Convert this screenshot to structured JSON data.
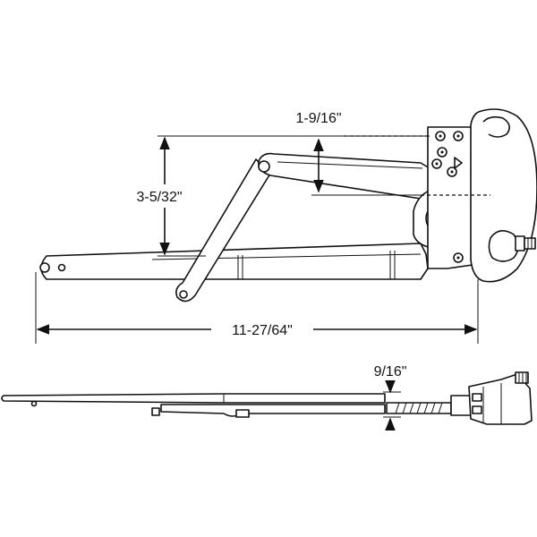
{
  "dimensions": {
    "offset_height": "1-9/16\"",
    "arm_height": "3-5/32\"",
    "overall_length": "11-27/64\"",
    "side_thickness": "9/16\""
  }
}
